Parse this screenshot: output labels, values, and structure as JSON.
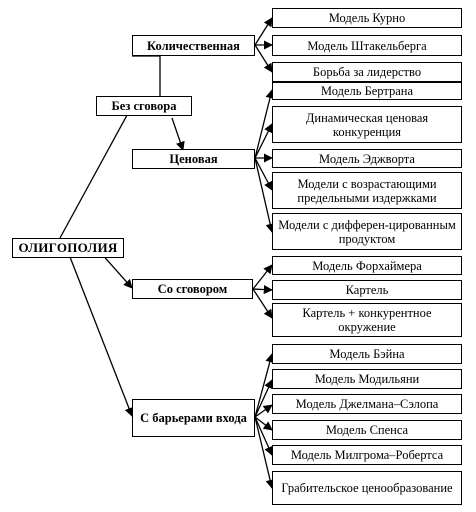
{
  "root": "ОЛИГОПОЛИЯ",
  "groups": {
    "bez_sgovora": "Без сговора",
    "kolichestvennaya": {
      "label": "Количественная",
      "models": [
        "Модель Курно",
        "Модель Штакельберга",
        "Борьба за лидерство"
      ]
    },
    "cenovaya": {
      "label": "Ценовая",
      "models": [
        "Модель Бертрана",
        "Динамическая ценовая конкуренция",
        "Модель Эджворта",
        "Модели с возрастающими предельными издержками",
        "Модели с дифферен-цированным продуктом"
      ]
    },
    "so_sgovorom": {
      "label": "Со сговором",
      "models": [
        "Модель Форхаймера",
        "Картель",
        "Картель + конкурентное окружение"
      ]
    },
    "s_barierami": {
      "label": "С барьерами входа",
      "models": [
        "Модель Бэйна",
        "Модель Модильяни",
        "Модель Джелмана–Сэлопа",
        "Модель Спенса",
        "Модель Милгрома–Робертса",
        "Грабительское ценообразование"
      ]
    }
  }
}
